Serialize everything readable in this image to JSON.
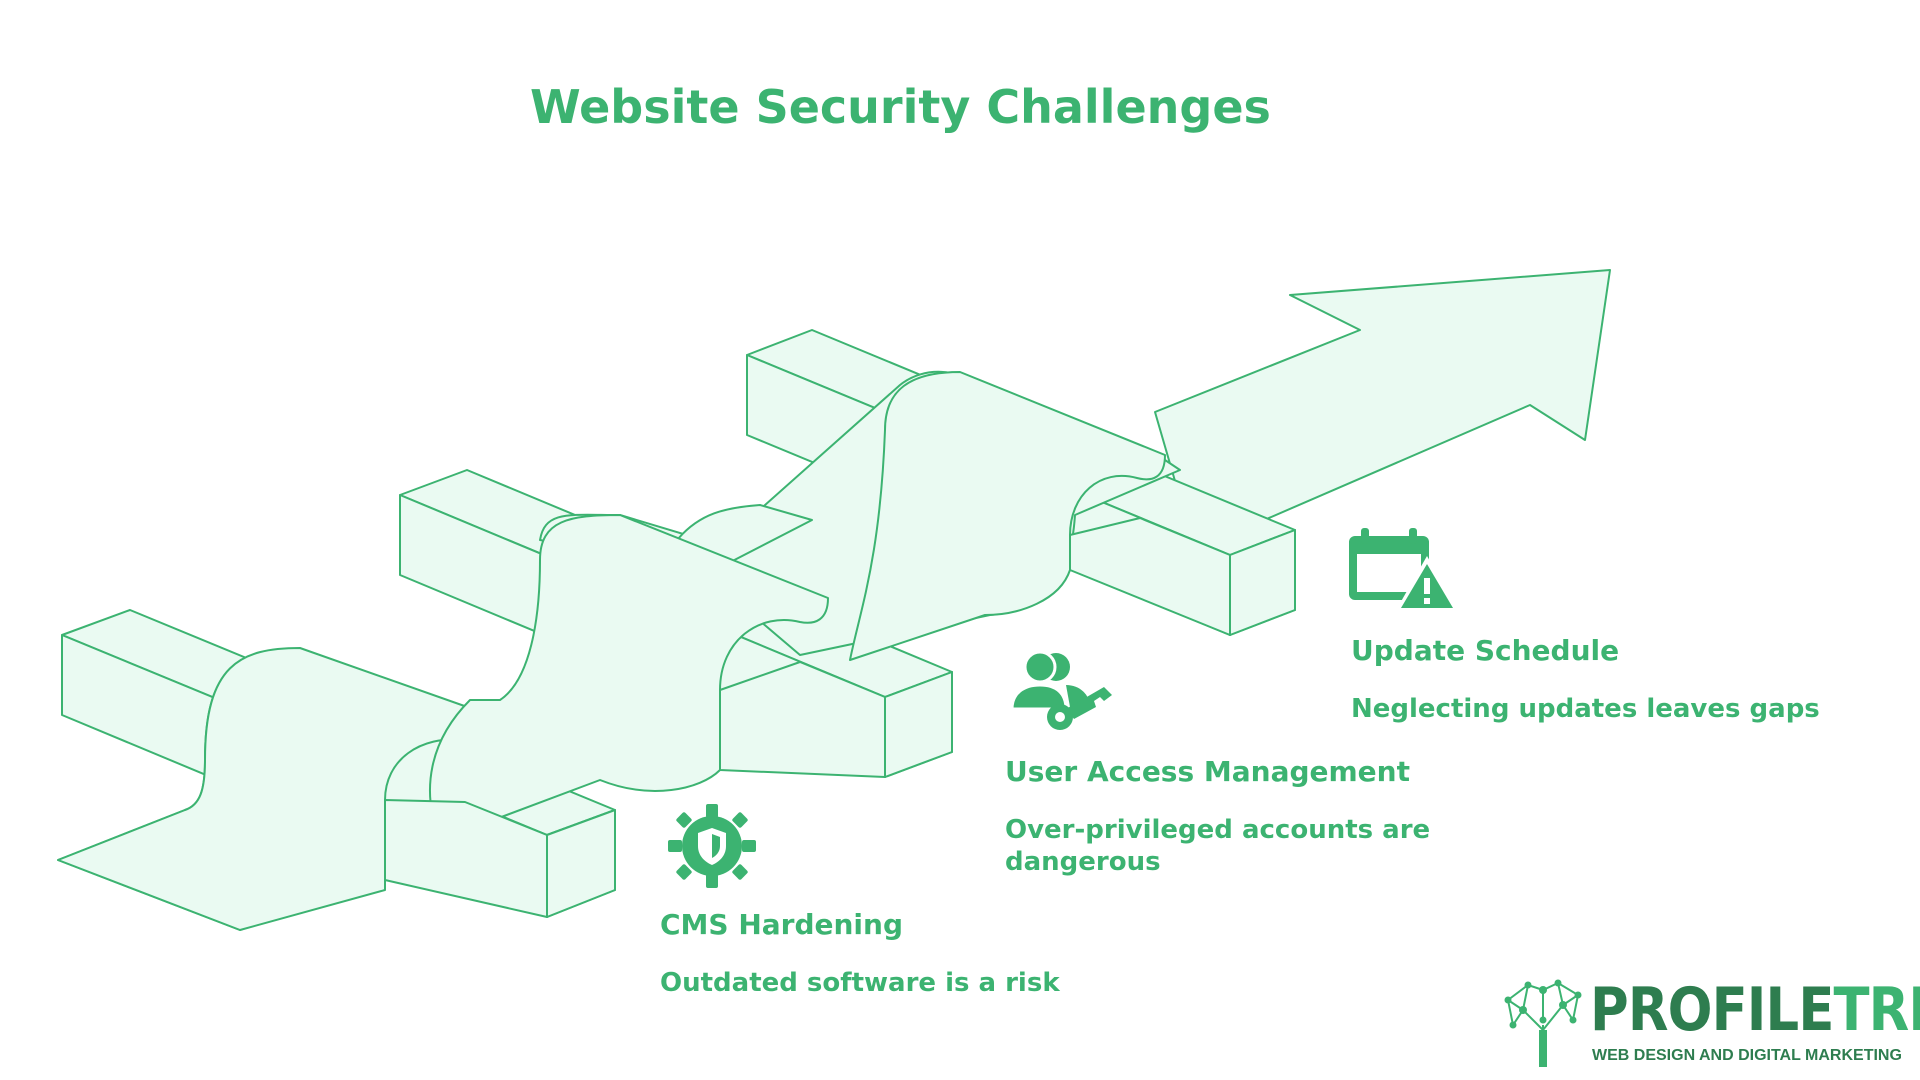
{
  "title": "Website Security Challenges",
  "colors": {
    "accent": "#3cb371",
    "fill": "#eafaf2",
    "stroke": "#3cb371",
    "logo_dark": "#2e7d4f"
  },
  "items": [
    {
      "heading": "CMS Hardening",
      "description": "Outdated software is a risk",
      "icon": "gear-shield-icon"
    },
    {
      "heading": "User Access Management",
      "description": "Over-privileged accounts are dangerous",
      "icon": "users-key-icon"
    },
    {
      "heading": "Update Schedule",
      "description": "Neglecting updates leaves gaps",
      "icon": "calendar-warning-icon"
    }
  ],
  "logo": {
    "brand_part1": "PROFILE",
    "brand_part2": "TREE",
    "tagline": "WEB DESIGN AND DIGITAL MARKETING"
  }
}
